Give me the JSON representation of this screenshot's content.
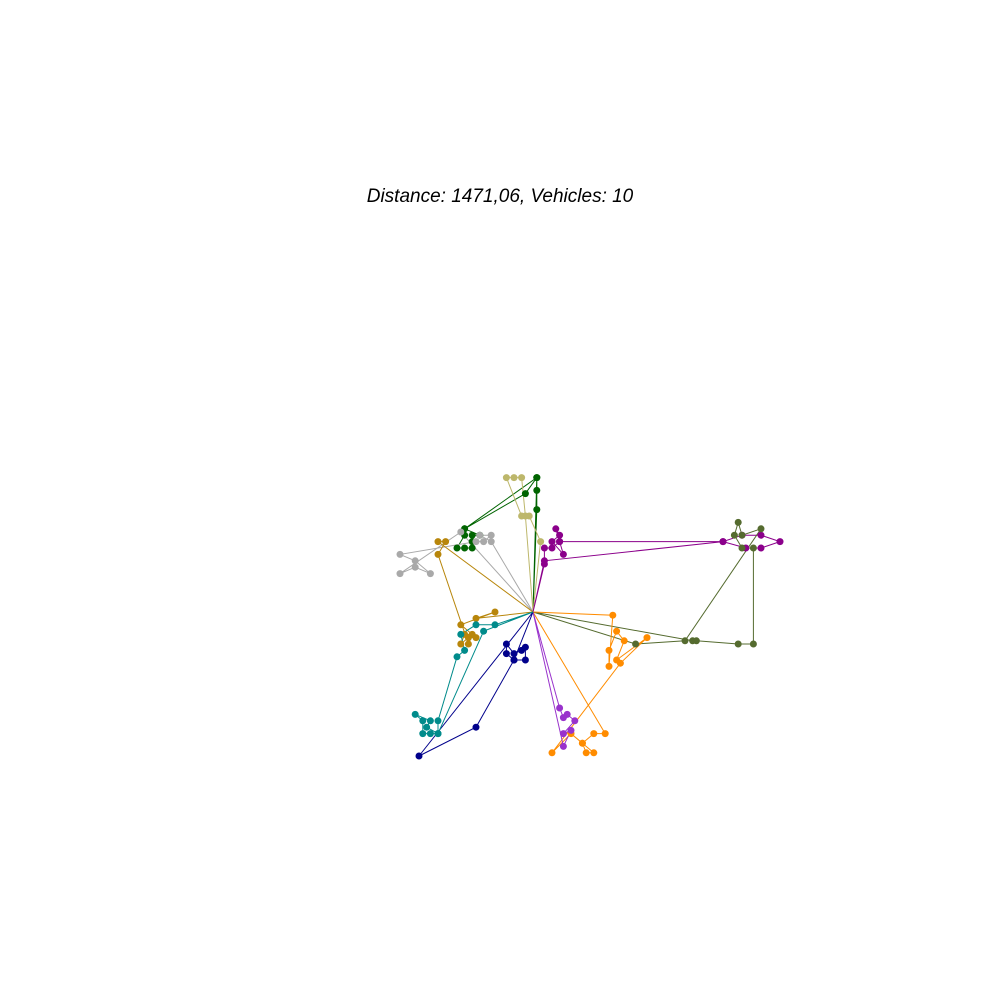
{
  "chart_data": {
    "type": "route_plot",
    "title": "Distance: 1471,06, Vehicles: 10",
    "x_range": [
      0,
      100
    ],
    "y_range": [
      0,
      100
    ],
    "depot": [
      35,
      40
    ],
    "routes": [
      {
        "color": "#006400",
        "path": [
          [
            35,
            40
          ],
          [
            36,
            72
          ],
          [
            36,
            78
          ],
          [
            36,
            82
          ],
          [
            33,
            77
          ],
          [
            17,
            66
          ],
          [
            17,
            64
          ],
          [
            15,
            60
          ],
          [
            17,
            60
          ],
          [
            19,
            60
          ],
          [
            19,
            62
          ],
          [
            19,
            64
          ],
          [
            21,
            64
          ],
          [
            17,
            66
          ],
          [
            36,
            82
          ],
          [
            35,
            40
          ]
        ]
      },
      {
        "color": "#BDB76B",
        "path": [
          [
            35,
            40
          ],
          [
            37,
            62
          ],
          [
            34,
            70
          ],
          [
            32,
            70
          ],
          [
            28,
            82
          ],
          [
            30,
            82
          ],
          [
            32,
            82
          ],
          [
            33,
            70
          ],
          [
            35,
            40
          ]
        ]
      },
      {
        "color": "#A9A9A9",
        "path": [
          [
            35,
            40
          ],
          [
            24,
            62
          ],
          [
            21,
            64
          ],
          [
            24,
            64
          ],
          [
            22,
            62
          ],
          [
            20,
            62
          ],
          [
            0,
            58
          ],
          [
            4,
            56
          ],
          [
            8,
            52
          ],
          [
            4,
            54
          ],
          [
            0,
            52
          ],
          [
            16,
            65
          ],
          [
            35,
            40
          ]
        ]
      },
      {
        "color": "#B8860B",
        "path": [
          [
            35,
            40
          ],
          [
            10,
            62
          ],
          [
            12,
            62
          ],
          [
            10,
            58
          ],
          [
            18,
            30
          ],
          [
            19,
            33
          ],
          [
            17,
            33
          ],
          [
            16,
            30
          ],
          [
            18,
            32
          ],
          [
            20,
            32
          ],
          [
            16,
            36
          ],
          [
            25,
            40
          ],
          [
            20,
            38
          ],
          [
            35,
            40
          ]
        ]
      },
      {
        "color": "#8B008B",
        "path": [
          [
            35,
            40
          ],
          [
            38,
            55
          ],
          [
            38,
            60
          ],
          [
            40,
            60
          ],
          [
            42,
            62
          ],
          [
            43,
            58
          ],
          [
            40,
            62
          ],
          [
            42,
            64
          ],
          [
            41,
            66
          ],
          [
            42,
            62
          ],
          [
            85,
            62
          ],
          [
            90,
            64
          ],
          [
            95,
            64
          ],
          [
            100,
            62
          ],
          [
            95,
            60
          ],
          [
            91,
            60
          ],
          [
            85,
            62
          ],
          [
            38,
            56
          ],
          [
            35,
            40
          ]
        ]
      },
      {
        "color": "#556B2F",
        "path": [
          [
            35,
            40
          ],
          [
            77,
            31
          ],
          [
            78,
            31
          ],
          [
            89,
            30
          ],
          [
            93,
            30
          ],
          [
            93,
            60
          ],
          [
            90,
            60
          ],
          [
            88,
            64
          ],
          [
            89,
            68
          ],
          [
            90,
            64
          ],
          [
            95,
            66
          ],
          [
            75,
            31
          ],
          [
            62,
            30
          ],
          [
            35,
            40
          ]
        ]
      },
      {
        "color": "#FF8C00",
        "path": [
          [
            35,
            40
          ],
          [
            56,
            39
          ],
          [
            55,
            23
          ],
          [
            55,
            28
          ],
          [
            57,
            34
          ],
          [
            59,
            31
          ],
          [
            57,
            25
          ],
          [
            65,
            32
          ],
          [
            58,
            24
          ],
          [
            40,
            -4
          ],
          [
            45,
            2
          ],
          [
            48,
            -1
          ],
          [
            49,
            -4
          ],
          [
            51,
            -4
          ],
          [
            48,
            -1
          ],
          [
            51,
            2
          ],
          [
            54,
            2
          ],
          [
            35,
            40
          ]
        ]
      },
      {
        "color": "#9932CC",
        "path": [
          [
            35,
            40
          ],
          [
            43,
            -2
          ],
          [
            45,
            3
          ],
          [
            43,
            2
          ],
          [
            46,
            6
          ],
          [
            44,
            8
          ],
          [
            43,
            7
          ],
          [
            42,
            10
          ],
          [
            35,
            40
          ]
        ]
      },
      {
        "color": "#00008B",
        "path": [
          [
            35,
            40
          ],
          [
            30,
            25
          ],
          [
            28,
            27
          ],
          [
            28,
            30
          ],
          [
            30,
            27
          ],
          [
            32,
            28
          ],
          [
            33,
            29
          ],
          [
            33,
            25
          ],
          [
            30,
            25
          ],
          [
            20,
            4
          ],
          [
            5,
            -5
          ],
          [
            35,
            40
          ]
        ]
      },
      {
        "color": "#008B8B",
        "path": [
          [
            35,
            40
          ],
          [
            25,
            36
          ],
          [
            20,
            36
          ],
          [
            16,
            33
          ],
          [
            17,
            28
          ],
          [
            15,
            26
          ],
          [
            10,
            6
          ],
          [
            10,
            2
          ],
          [
            8,
            2
          ],
          [
            6,
            2
          ],
          [
            6,
            6
          ],
          [
            4,
            8
          ],
          [
            8,
            6
          ],
          [
            7,
            4
          ],
          [
            10,
            2
          ],
          [
            22,
            34
          ],
          [
            35,
            40
          ]
        ]
      }
    ]
  }
}
